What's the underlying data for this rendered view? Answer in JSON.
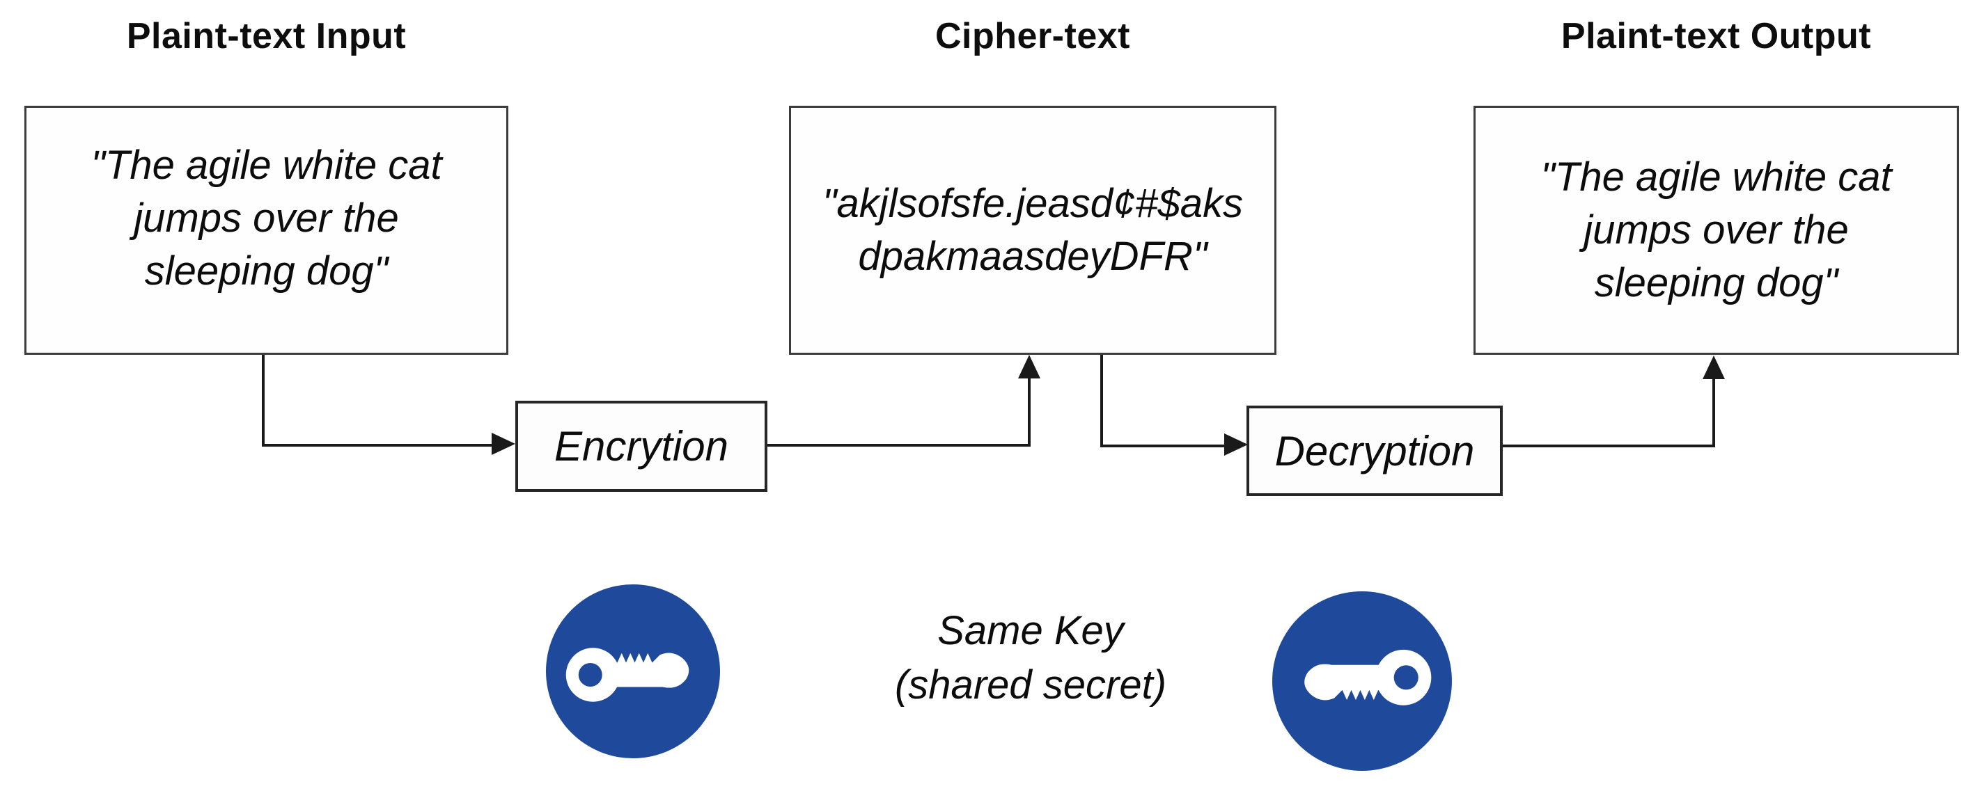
{
  "titles": {
    "input": "Plaint-text Input",
    "cipher": "Cipher-text",
    "output": "Plaint-text Output"
  },
  "boxes": {
    "plain_input": {
      "lines": [
        "\"The agile white cat",
        "jumps over the",
        "sleeping dog\""
      ]
    },
    "cipher": {
      "lines": [
        "\"akjlsofsfe.jeasd¢#$aks",
        "dpakmaasdeyDFR\""
      ]
    },
    "plain_output": {
      "lines": [
        "\"The agile white cat",
        "jumps over the",
        "sleeping dog\""
      ]
    },
    "encrypt_label": "Encrytion",
    "decrypt_label": "Decryption"
  },
  "key_caption": {
    "lines": [
      "Same Key",
      "(shared secret)"
    ]
  },
  "icons": {
    "left_key": "key-icon-pointing-right",
    "right_key": "key-icon-pointing-left"
  },
  "colors": {
    "key_blue": "#1F4A9B",
    "connector": "#1a1a1a",
    "box_border": "#3c3c3c",
    "text": "#0c0c0c",
    "background": "#ffffff"
  }
}
